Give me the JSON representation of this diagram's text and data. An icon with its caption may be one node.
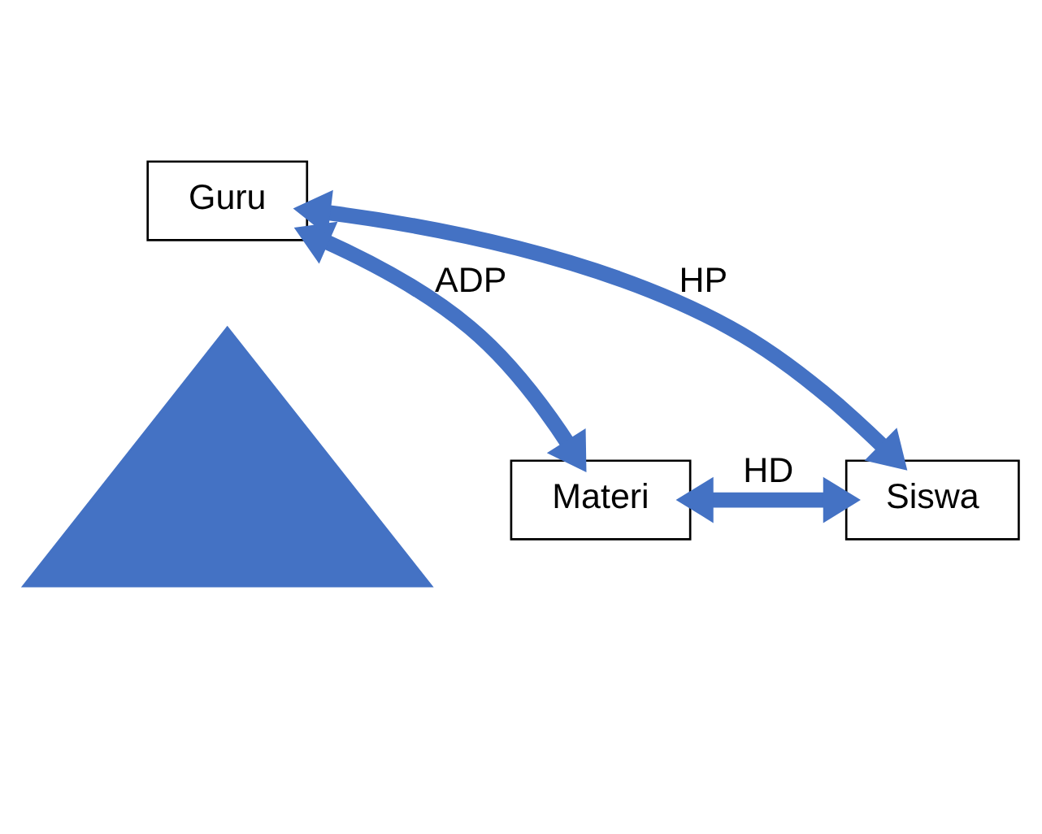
{
  "diagram": {
    "nodes": [
      {
        "text": [
          "Guru"
        ]
      },
      {
        "text": [],
        "shape": "triangle"
      },
      {
        "text": [
          "Siswa"
        ]
      },
      {
        "text": [
          "Materi"
        ]
      }
    ],
    "edges": [
      {
        "from": 2,
        "to": 0,
        "arrow": "both",
        "label": "HP"
      },
      {
        "from": 0,
        "to": 3,
        "arrow": "both",
        "label": "ADP"
      },
      {
        "from": 2,
        "to": 3,
        "arrow": "both",
        "label": "HD"
      }
    ]
  }
}
